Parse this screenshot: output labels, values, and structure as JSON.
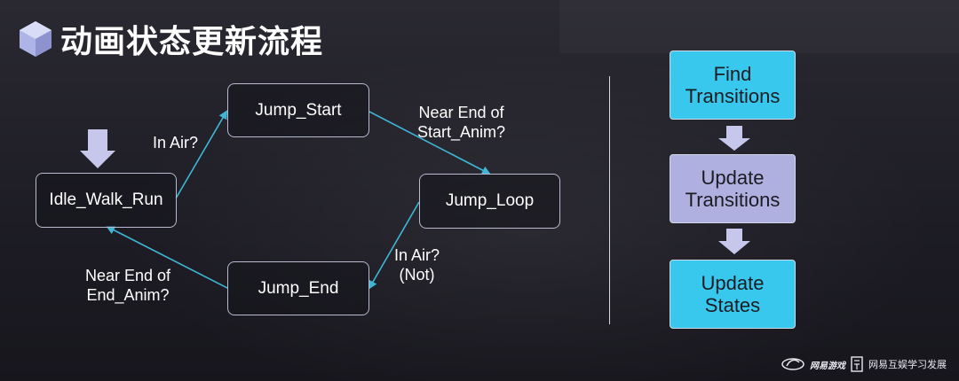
{
  "title": "动画状态更新流程",
  "colors": {
    "flow_arrow": "#3fb6d8",
    "step_cyan": "#38c8ee",
    "step_lavender": "#b0b0e0",
    "entry_arrow": "#c7c7ec"
  },
  "states": {
    "idle": "Idle_Walk_Run",
    "jump_start": "Jump_Start",
    "jump_loop": "Jump_Loop",
    "jump_end": "Jump_End"
  },
  "transitions": {
    "idle_to_start": "In Air?",
    "start_to_loop": [
      "Near End of",
      "Start_Anim?"
    ],
    "loop_to_end": [
      "In Air?",
      "(Not)"
    ],
    "end_to_idle": [
      "Near End of",
      "End_Anim?"
    ]
  },
  "steps": [
    {
      "text": "Find\nTransitions",
      "color": "#38c8ee"
    },
    {
      "text": "Update\nTransitions",
      "color": "#b0b0e0"
    },
    {
      "text": "Update\nStates",
      "color": "#38c8ee"
    }
  ],
  "footer": {
    "logo_text": "网易游戏",
    "org_text": "网易互娱学习发展"
  }
}
